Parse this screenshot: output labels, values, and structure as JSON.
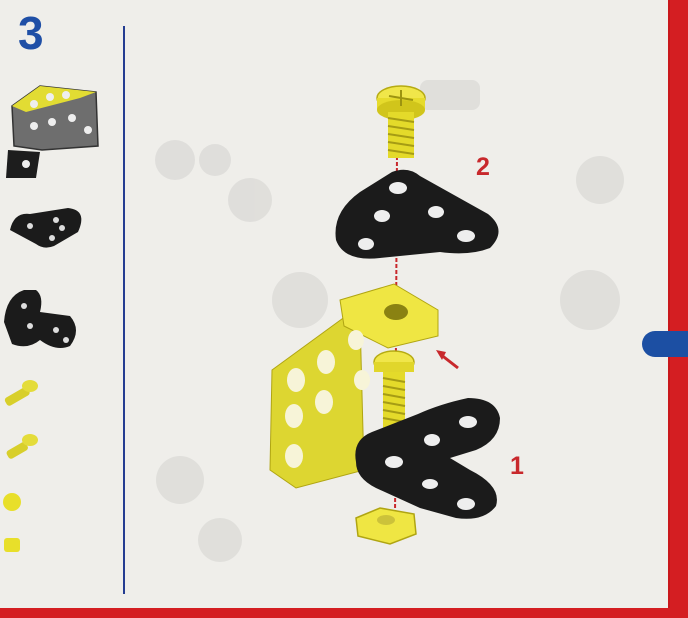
{
  "step": {
    "number": "3"
  },
  "callouts": {
    "first": "1",
    "second": "2"
  },
  "colors": {
    "border": "#d41e22",
    "page": "#efeeea",
    "accent_blue": "#1f4fa6",
    "part_yellow": "#e8e02a",
    "part_black": "#1b1b1b",
    "callout_red": "#c8282c"
  },
  "parts_list": [
    {
      "name": "angle-bracket-plate-icon"
    },
    {
      "name": "triangle-plate-icon"
    },
    {
      "name": "angle-plate-icon"
    },
    {
      "name": "long-screw-icon"
    },
    {
      "name": "short-screw-icon"
    },
    {
      "name": "round-nut-icon"
    },
    {
      "name": "square-nut-icon"
    }
  ]
}
